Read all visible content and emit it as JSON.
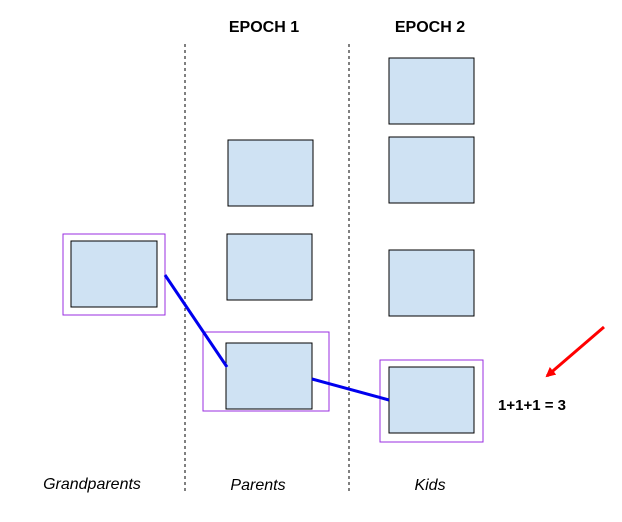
{
  "headers": {
    "epoch1": "EPOCH 1",
    "epoch2": "EPOCH 2"
  },
  "generations": {
    "grandparents": "Grandparents",
    "parents": "Parents",
    "kids": "Kids"
  },
  "annotation": {
    "equation": "1+1+1 = 3",
    "arrow_icon": "red-arrow-icon"
  },
  "colors": {
    "node_fill": "#cfe2f3",
    "highlight": "#9a2ee0",
    "lineage": "#0000ee",
    "arrow": "#ff0000"
  }
}
